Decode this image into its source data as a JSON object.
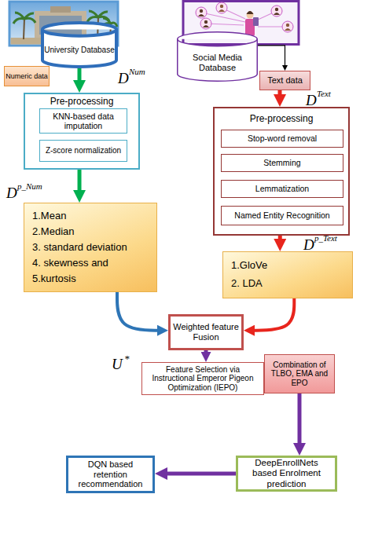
{
  "diagram": {
    "nodes": [
      {
        "text": [
          "University Database"
        ]
      },
      {
        "text": [
          "Social Media Database"
        ]
      },
      {
        "text": [
          "Numeric data"
        ]
      },
      {
        "text": [
          "Text data"
        ]
      },
      {
        "text": [
          "Pre-processing"
        ]
      },
      {
        "text": [
          "KNN-based data imputation"
        ],
        "in": 4
      },
      {
        "text": [
          "Z-score normalization"
        ],
        "in": 4
      },
      {
        "text": [
          "Pre-processing"
        ]
      },
      {
        "text": [
          "Stop-word removal"
        ],
        "in": 7
      },
      {
        "text": [
          "Stemming"
        ],
        "in": 7
      },
      {
        "text": [
          "Lemmatization"
        ],
        "in": 7
      },
      {
        "text": [
          "Named Entity Recognition"
        ],
        "in": 7
      },
      {
        "text": [
          "1.Mean",
          "2.Median",
          "3. standard deviation",
          "4. skewness and",
          "5.kurtosis"
        ]
      },
      {
        "text": [
          "1.GloVe",
          "2. LDA"
        ]
      },
      {
        "text": [
          "Weighted feature Fusion"
        ]
      },
      {
        "text": [
          "Feature Selection via Instructional Emperor Pigeon Optimization (IEPO)"
        ]
      },
      {
        "text": [
          "Combination of TLBO, EMA and EPO"
        ]
      },
      {
        "text": [
          "DQN based retention recommendation"
        ]
      },
      {
        "text": [
          "DeepEnrollNets based Enrolment prediction"
        ]
      }
    ],
    "edges": [
      {
        "from": 0,
        "to": 4,
        "arrow": "to"
      },
      {
        "from": 1,
        "to": 3,
        "arrow": "to"
      },
      {
        "from": 3,
        "to": 7,
        "arrow": "to"
      },
      {
        "from": 4,
        "to": 12,
        "arrow": "to"
      },
      {
        "from": 7,
        "to": 13,
        "arrow": "to"
      },
      {
        "from": 12,
        "to": 14,
        "arrow": "to"
      },
      {
        "from": 13,
        "to": 14,
        "arrow": "to"
      },
      {
        "from": 14,
        "to": 15,
        "arrow": "to"
      },
      {
        "from": 16,
        "to": 18,
        "arrow": "to"
      },
      {
        "from": 18,
        "to": 17,
        "arrow": "to"
      }
    ],
    "labels": [
      "D",
      "Num",
      "D",
      "Text",
      "D",
      "p_Num",
      "D",
      "p_Text",
      "U",
      "*"
    ]
  }
}
